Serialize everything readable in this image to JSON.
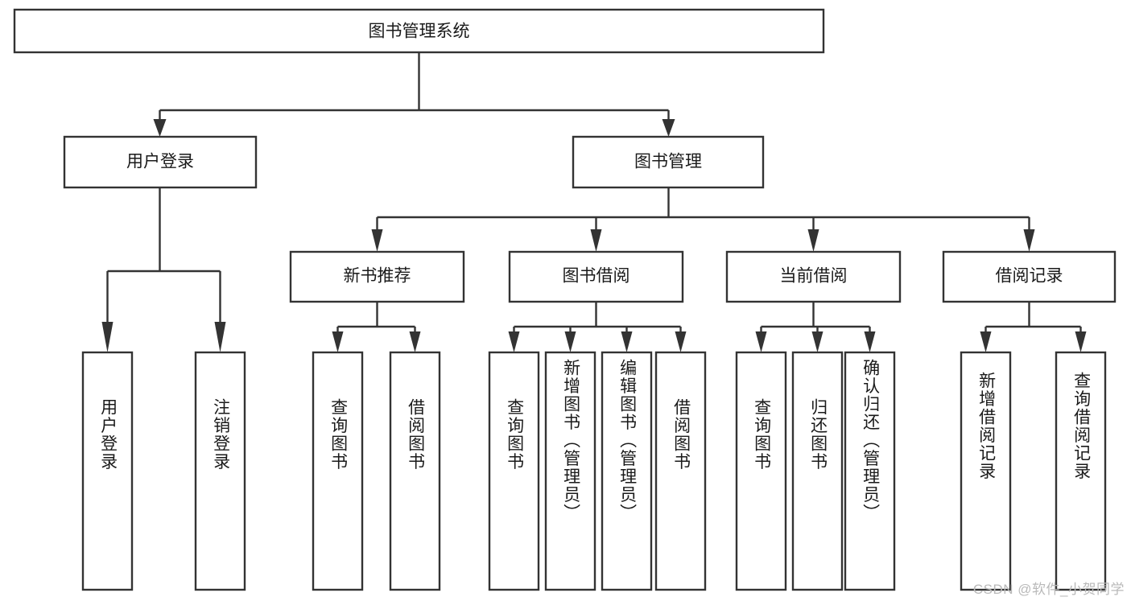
{
  "diagram": {
    "title": "图书管理系统",
    "type": "tree-hierarchy-diagram",
    "watermark": "CSDN @软件_小贺同学",
    "colors": {
      "box_stroke": "#333333",
      "box_fill": "#ffffff",
      "text": "#1a1a1a",
      "background": "#ffffff",
      "watermark": "#b9b9b9"
    },
    "root": {
      "id": "root",
      "label": "图书管理系统",
      "orientation": "horizontal"
    },
    "level2": [
      {
        "id": "user-login",
        "label": "用户登录",
        "orientation": "horizontal"
      },
      {
        "id": "book-management",
        "label": "图书管理",
        "orientation": "horizontal"
      }
    ],
    "level3": [
      {
        "id": "new-book-recommend",
        "label": "新书推荐",
        "orientation": "horizontal",
        "parent": "book-management"
      },
      {
        "id": "book-borrow",
        "label": "图书借阅",
        "orientation": "horizontal",
        "parent": "book-management"
      },
      {
        "id": "current-borrow",
        "label": "当前借阅",
        "orientation": "horizontal",
        "parent": "book-management"
      },
      {
        "id": "borrow-record",
        "label": "借阅记录",
        "orientation": "horizontal",
        "parent": "book-management"
      }
    ],
    "leaves": [
      {
        "id": "leaf-user-login",
        "label": "用户登录",
        "parent": "user-login",
        "orientation": "vertical"
      },
      {
        "id": "leaf-user-logout",
        "label": "注销登录",
        "parent": "user-login",
        "orientation": "vertical"
      },
      {
        "id": "leaf-query-book-1",
        "label": "查询图书",
        "parent": "new-book-recommend",
        "orientation": "vertical"
      },
      {
        "id": "leaf-borrow-book-1",
        "label": "借阅图书",
        "parent": "new-book-recommend",
        "orientation": "vertical"
      },
      {
        "id": "leaf-query-book-2",
        "label": "查询图书",
        "parent": "book-borrow",
        "orientation": "vertical"
      },
      {
        "id": "leaf-add-book",
        "label": "新增图书（管理员）",
        "parent": "book-borrow",
        "orientation": "vertical"
      },
      {
        "id": "leaf-edit-book",
        "label": "编辑图书（管理员）",
        "parent": "book-borrow",
        "orientation": "vertical"
      },
      {
        "id": "leaf-borrow-book-2",
        "label": "借阅图书",
        "parent": "book-borrow",
        "orientation": "vertical"
      },
      {
        "id": "leaf-query-book-3",
        "label": "查询图书",
        "parent": "current-borrow",
        "orientation": "vertical"
      },
      {
        "id": "leaf-return-book",
        "label": "归还图书",
        "parent": "current-borrow",
        "orientation": "vertical"
      },
      {
        "id": "leaf-confirm-return",
        "label": "确认归还（管理员）",
        "parent": "current-borrow",
        "orientation": "vertical"
      },
      {
        "id": "leaf-add-record",
        "label": "新增借阅记录",
        "parent": "borrow-record",
        "orientation": "vertical"
      },
      {
        "id": "leaf-query-record",
        "label": "查询借阅记录",
        "parent": "borrow-record",
        "orientation": "vertical"
      }
    ]
  }
}
